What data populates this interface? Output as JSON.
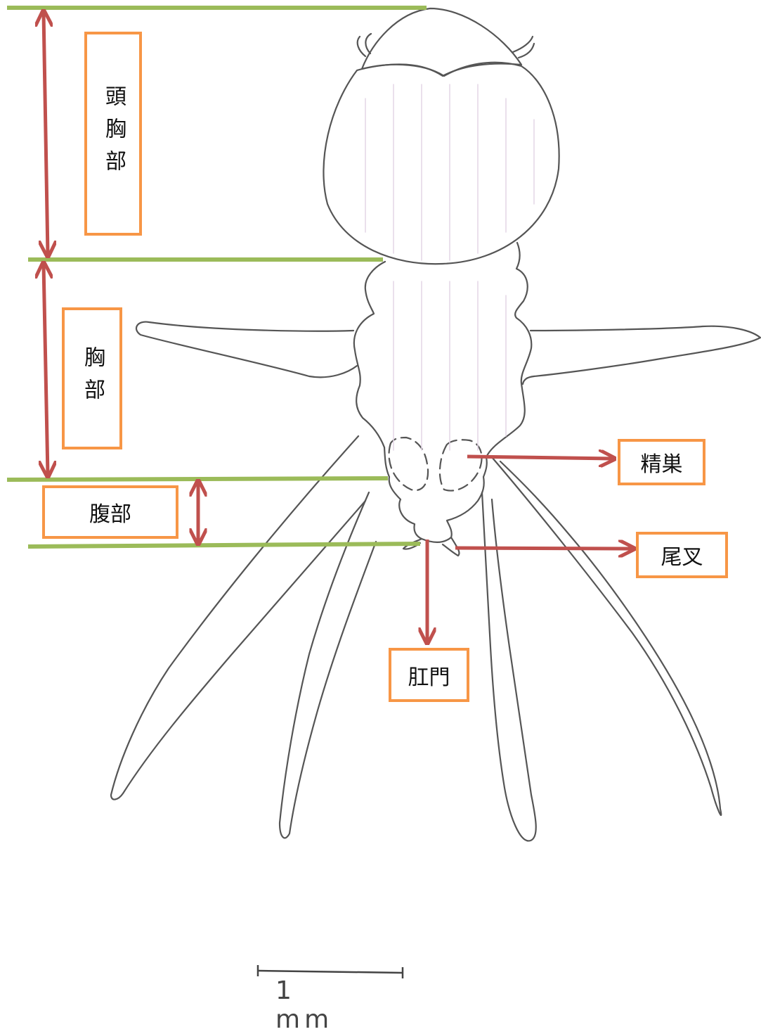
{
  "colors": {
    "boundary": "#9bbb59",
    "arrow": "#c0504d",
    "label_border": "#f79646",
    "sketch": "#555555"
  },
  "labels": {
    "cephalothorax": "頭胸部",
    "thorax": "胸部",
    "abdomen": "腹部",
    "testis": "精巣",
    "furca": "尾叉",
    "anus": "肛門"
  },
  "scale_bar": {
    "text": "1 mm"
  }
}
